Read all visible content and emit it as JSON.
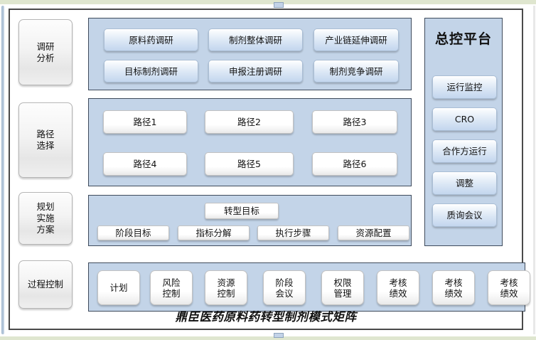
{
  "diagram": {
    "caption": "鼎臣医药原料药转型制剂模式矩阵",
    "colors": {
      "panel_bg": "#c3d4e8",
      "panel_border": "#3f4b5c",
      "frame_border": "#4a4a4a",
      "page_band": "#dfe6cf",
      "blue_button": "#c3d6ee",
      "white_button": "#ffffff",
      "stage_button": "#efefef"
    }
  },
  "stages": [
    {
      "label": "调研\n分析",
      "lines": [
        "调研",
        "分析"
      ]
    },
    {
      "label": "路径\n选择",
      "lines": [
        "路径",
        "选择"
      ]
    },
    {
      "label": "规划\n实施\n方案",
      "lines": [
        "规划",
        "实施",
        "方案"
      ]
    },
    {
      "label": "过程控制",
      "lines": [
        "过程控制"
      ]
    }
  ],
  "research_panel": {
    "name": "调研分析",
    "buttons": [
      "原料药调研",
      "制剂整体调研",
      "产业链延伸调研",
      "目标制剂调研",
      "申报注册调研",
      "制剂竞争调研"
    ]
  },
  "path_panel": {
    "name": "路径选择",
    "buttons": [
      "路径1",
      "路径2",
      "路径3",
      "路径4",
      "路径5",
      "路径6"
    ]
  },
  "plan_panel": {
    "name": "规划实施方案",
    "top_button": "转型目标",
    "buttons": [
      "阶段目标",
      "指标分解",
      "执行步骤",
      "资源配置"
    ]
  },
  "process_panel": {
    "name": "过程控制",
    "buttons": [
      "计划",
      "风险\n控制",
      "资源\n控制",
      "阶段\n会议",
      "权限\n管理",
      "考核\n绩效",
      "考核\n绩效",
      "考核\n绩效"
    ],
    "button_lines": [
      [
        "计划"
      ],
      [
        "风险",
        "控制"
      ],
      [
        "资源",
        "控制"
      ],
      [
        "阶段",
        "会议"
      ],
      [
        "权限",
        "管理"
      ],
      [
        "考核",
        "绩效"
      ],
      [
        "考核",
        "绩效"
      ],
      [
        "考核",
        "绩效"
      ]
    ]
  },
  "control_platform": {
    "title": "总控平台",
    "buttons": [
      "运行监控",
      "CRO",
      "合作方运行",
      "调整",
      "质询会议"
    ]
  }
}
